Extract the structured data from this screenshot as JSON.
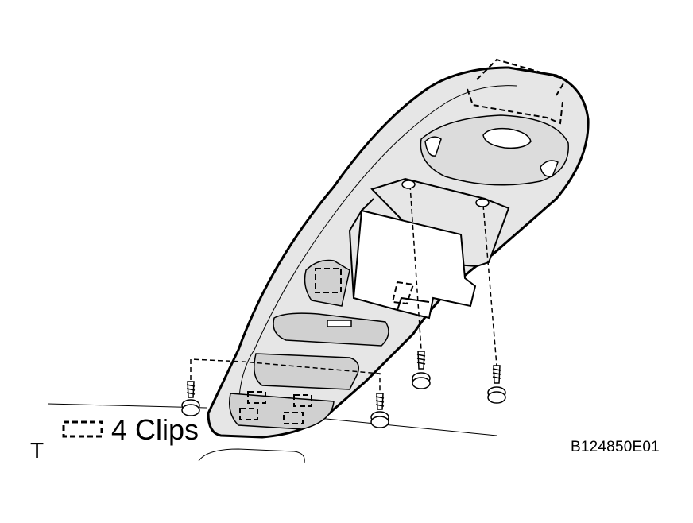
{
  "legend": {
    "label": "4 Clips",
    "symbol_icon": "clip-dashed-outline-icon"
  },
  "view_letter": "T",
  "figure_code": "B124850E01",
  "parts": {
    "clip_count": 4,
    "screw_count": 4,
    "icons": [
      "overhead-console-icon",
      "map-light-lens-icon",
      "sunglass-holder-icon",
      "screw-icon",
      "clip-outline-icon"
    ]
  },
  "colors": {
    "line": "#000000",
    "fill": "#e6e6e6",
    "background": "#ffffff"
  }
}
